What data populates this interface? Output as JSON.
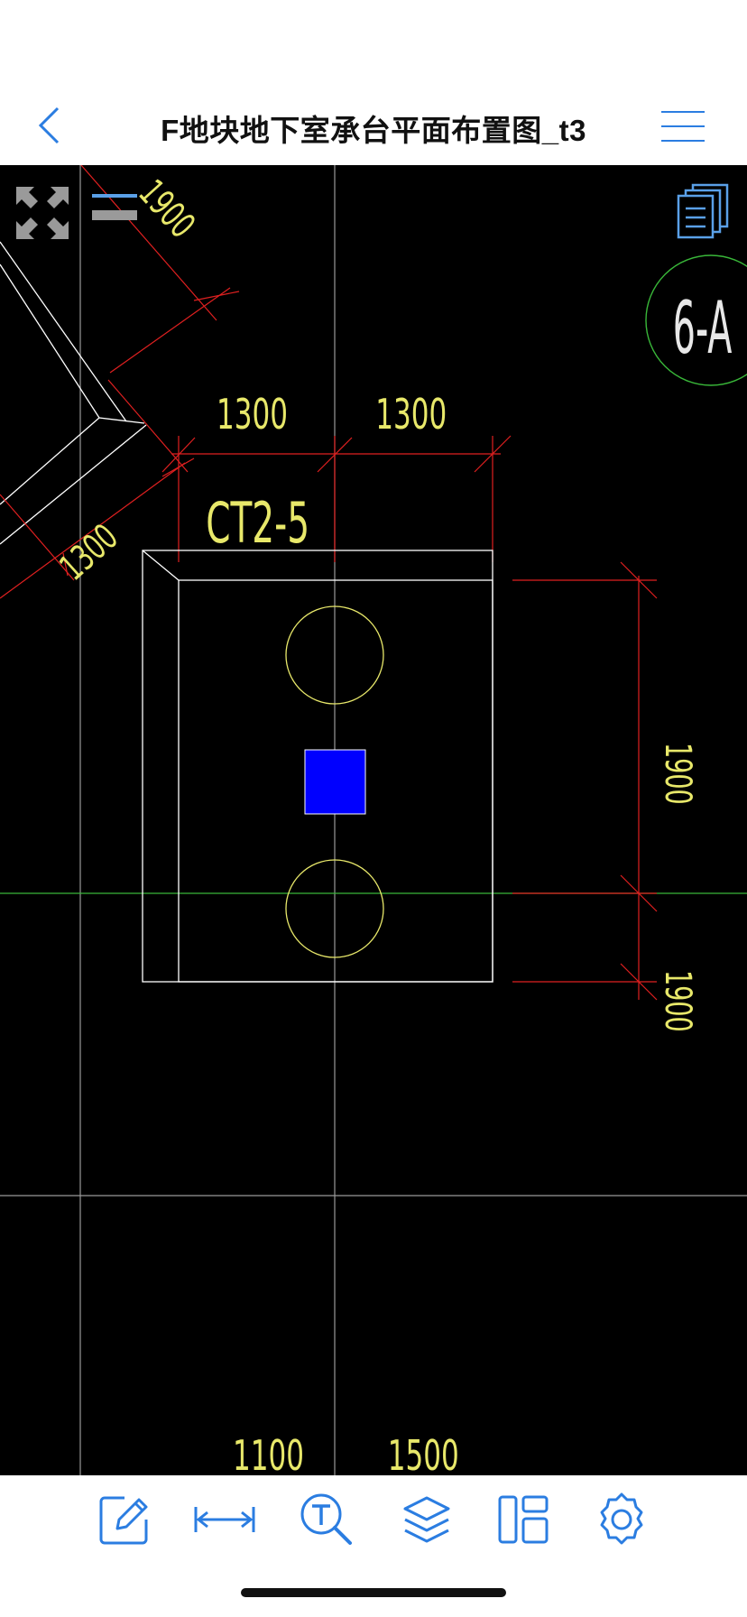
{
  "header": {
    "back_icon": "chevron-left-icon",
    "title": "F地块地下室承台平面布置图_t3",
    "menu_icon": "hamburger-menu-icon",
    "accent_color": "#2b7de1"
  },
  "overlay": {
    "fullscreen_icon": "expand-arrows-icon",
    "linewidth_icon": "line-weight-icon",
    "layouts_icon": "stacked-pages-icon"
  },
  "drawing": {
    "cap_label": "CT2-5",
    "axis_bubble": "6-A",
    "dim_top_left": "1300",
    "dim_top_right": "1300",
    "dim_diag_top": "1900",
    "dim_diag_mid": "1300",
    "dim_right_upper": "1900",
    "dim_right_lower": "1900",
    "dim_bottom_left": "1100",
    "dim_bottom_right": "1500",
    "colors": {
      "background": "#000000",
      "text": "#e8e86a",
      "dimension": "#e02020",
      "outline": "#ffffff",
      "axis": "#39b739",
      "column": "#0000ff"
    }
  },
  "toolbar": {
    "items": [
      {
        "icon": "pencil-annotate-icon"
      },
      {
        "icon": "measure-distance-icon"
      },
      {
        "icon": "text-search-icon"
      },
      {
        "icon": "layers-icon"
      },
      {
        "icon": "layout-panels-icon"
      },
      {
        "icon": "settings-gear-icon"
      }
    ]
  }
}
